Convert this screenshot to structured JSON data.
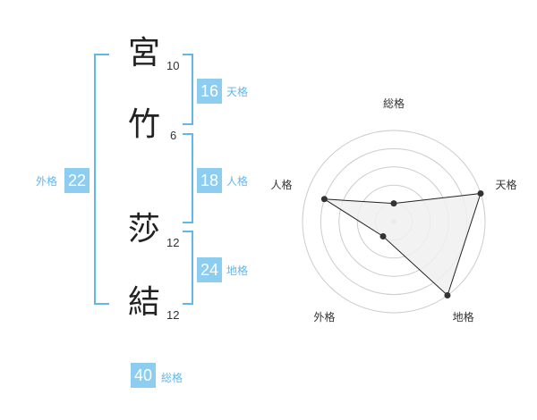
{
  "name": {
    "chars": [
      {
        "char": "宮",
        "strokes": "10"
      },
      {
        "char": "竹",
        "strokes": "6"
      },
      {
        "char": "莎",
        "strokes": "12"
      },
      {
        "char": "結",
        "strokes": "12"
      }
    ]
  },
  "fortune": {
    "tenkaku": {
      "value": "16",
      "label": "天格"
    },
    "jinkaku": {
      "value": "18",
      "label": "人格"
    },
    "chikaku": {
      "value": "24",
      "label": "地格"
    },
    "gaikaku": {
      "value": "22",
      "label": "外格"
    },
    "soukaku": {
      "value": "40",
      "label": "総格"
    }
  },
  "colors": {
    "accent": "#63b7ea",
    "box_fill": "#8ccdf0",
    "radar_fill": "#f0f0f0",
    "radar_stroke": "#222222",
    "ring": "#cccccc"
  },
  "chart_data": {
    "type": "radar",
    "axes": [
      "総格",
      "天格",
      "地格",
      "外格",
      "人格"
    ],
    "values": [
      0.2,
      1.0,
      1.0,
      0.2,
      0.8
    ],
    "rings": 5
  }
}
